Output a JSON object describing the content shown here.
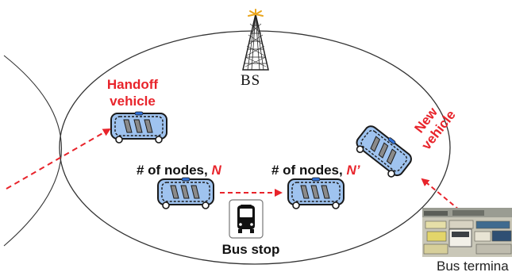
{
  "base_station": {
    "label": "BS"
  },
  "handoff_vehicle": {
    "line1": "Handoff",
    "line2": "vehicle"
  },
  "stop_vehicle_before": {
    "prefix": "# of nodes, ",
    "var": "N"
  },
  "stop_vehicle_after": {
    "prefix": "# of nodes, ",
    "var": "N’"
  },
  "new_vehicle": {
    "line1": "New",
    "line2": "vehicle"
  },
  "bus_stop": {
    "label": "Bus stop",
    "icon": "bus-icon"
  },
  "bus_terminal": {
    "label": "Bus termina"
  },
  "colors": {
    "accent_red": "#e8242b",
    "bus_blue": "#9fc3ef",
    "outline": "#1a1a1a"
  }
}
